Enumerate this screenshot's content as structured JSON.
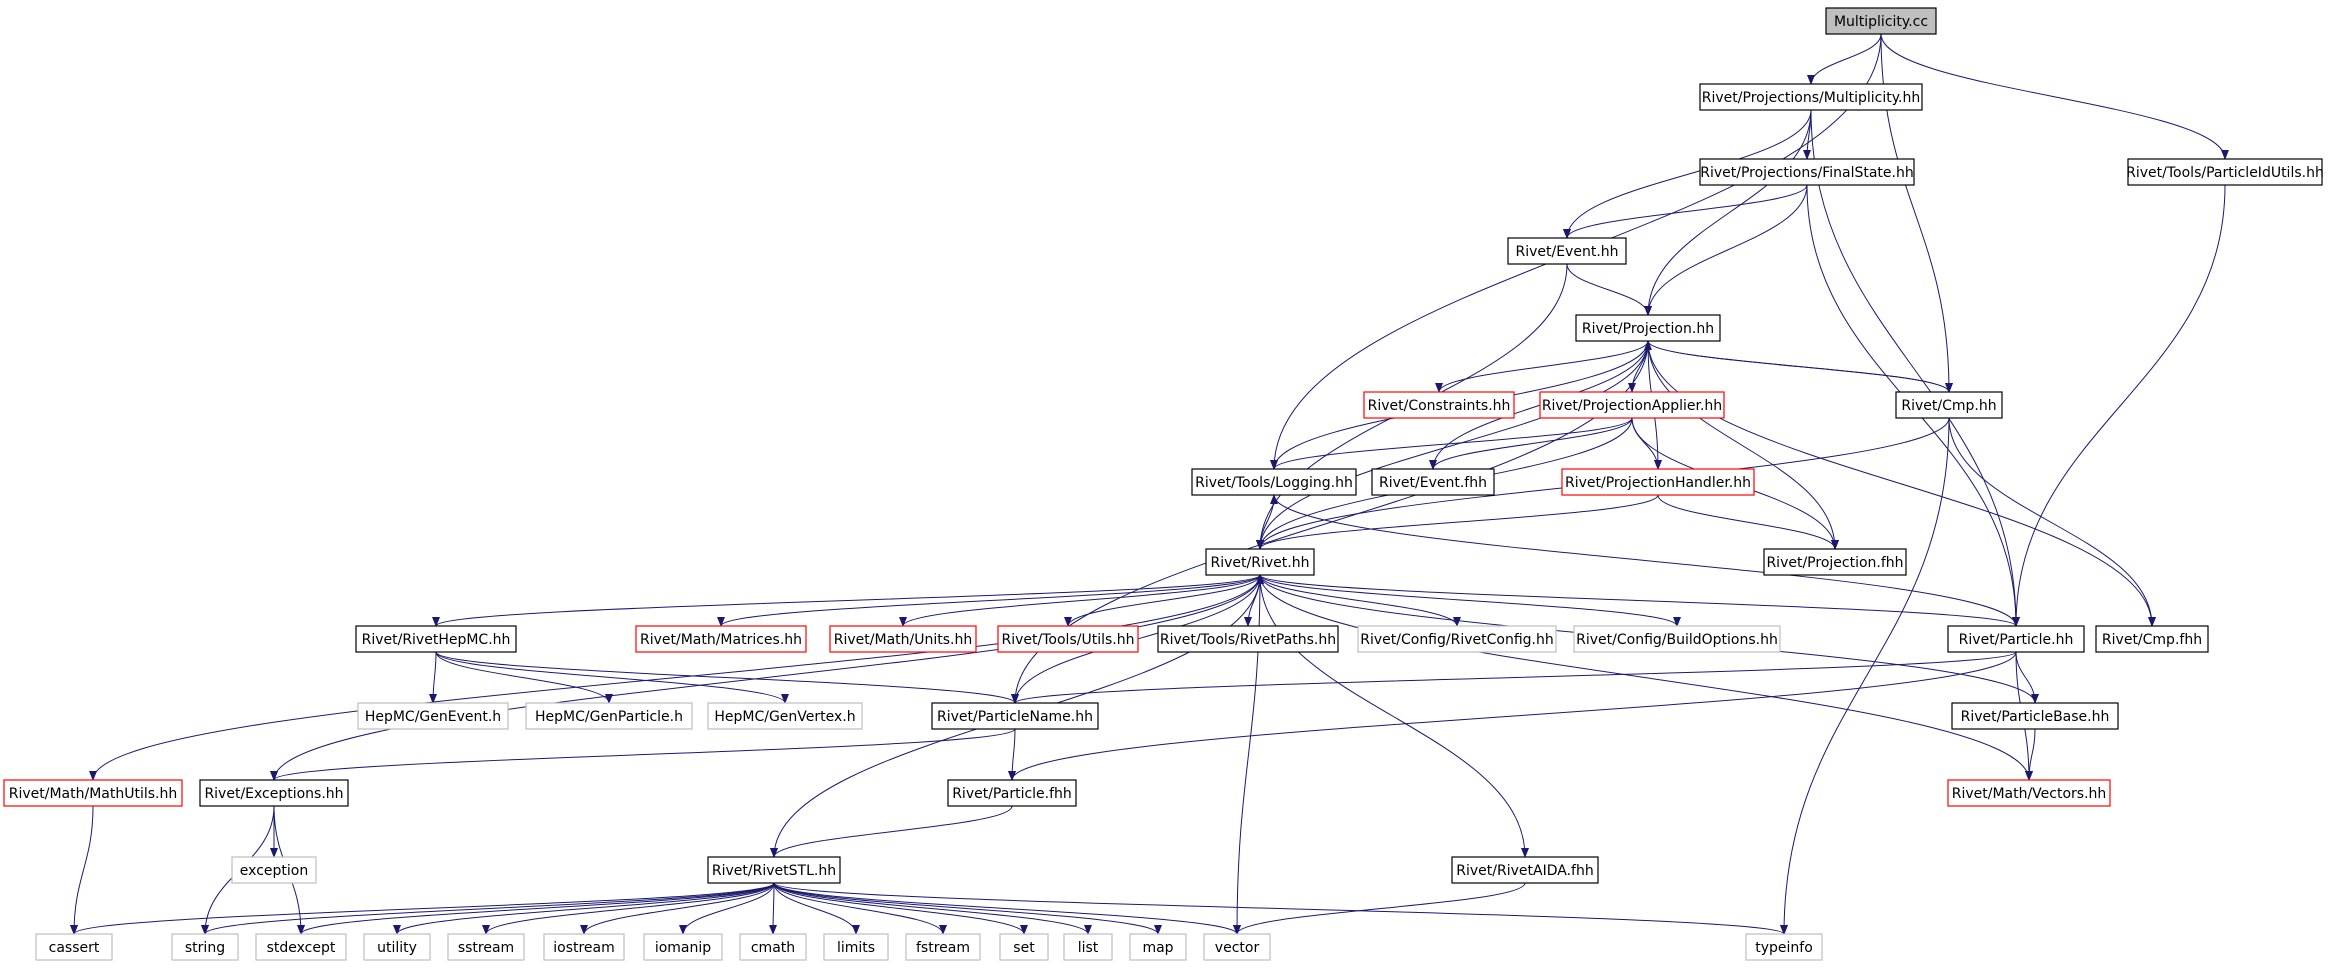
{
  "colors": {
    "edge": "#191970",
    "border_normal": "#000000",
    "border_missing": "#ff0000",
    "border_external": "#bfbfbf",
    "root_fill": "#bfbfbf",
    "text": "#000000"
  },
  "nodes": [
    {
      "id": "n_mult_cc",
      "label": "Multiplicity.cc",
      "kind": "root"
    },
    {
      "id": "n_proj_mult",
      "label": "Rivet/Projections/Multiplicity.hh",
      "kind": "normal"
    },
    {
      "id": "n_tools_pid",
      "label": "Rivet/Tools/ParticleIdUtils.hh",
      "kind": "normal"
    },
    {
      "id": "n_proj_fs",
      "label": "Rivet/Projections/FinalState.hh",
      "kind": "normal"
    },
    {
      "id": "n_event_hh",
      "label": "Rivet/Event.hh",
      "kind": "normal"
    },
    {
      "id": "n_projection_hh",
      "label": "Rivet/Projection.hh",
      "kind": "normal"
    },
    {
      "id": "n_constraints",
      "label": "Rivet/Constraints.hh",
      "kind": "missing"
    },
    {
      "id": "n_proj_applier",
      "label": "Rivet/ProjectionApplier.hh",
      "kind": "missing"
    },
    {
      "id": "n_cmp_hh",
      "label": "Rivet/Cmp.hh",
      "kind": "normal"
    },
    {
      "id": "n_logging",
      "label": "Rivet/Tools/Logging.hh",
      "kind": "normal"
    },
    {
      "id": "n_event_fhh",
      "label": "Rivet/Event.fhh",
      "kind": "normal"
    },
    {
      "id": "n_proj_handler",
      "label": "Rivet/ProjectionHandler.hh",
      "kind": "missing"
    },
    {
      "id": "n_rivet_hh",
      "label": "Rivet/Rivet.hh",
      "kind": "normal"
    },
    {
      "id": "n_projection_fhh",
      "label": "Rivet/Projection.fhh",
      "kind": "normal"
    },
    {
      "id": "n_rivethepmc",
      "label": "Rivet/RivetHepMC.hh",
      "kind": "normal"
    },
    {
      "id": "n_matrices",
      "label": "Rivet/Math/Matrices.hh",
      "kind": "missing"
    },
    {
      "id": "n_units",
      "label": "Rivet/Math/Units.hh",
      "kind": "missing"
    },
    {
      "id": "n_utils",
      "label": "Rivet/Tools/Utils.hh",
      "kind": "missing"
    },
    {
      "id": "n_rivetpaths",
      "label": "Rivet/Tools/RivetPaths.hh",
      "kind": "normal"
    },
    {
      "id": "n_rivetconfig",
      "label": "Rivet/Config/RivetConfig.hh",
      "kind": "external"
    },
    {
      "id": "n_buildoptions",
      "label": "Rivet/Config/BuildOptions.hh",
      "kind": "external"
    },
    {
      "id": "n_particle_hh",
      "label": "Rivet/Particle.hh",
      "kind": "normal"
    },
    {
      "id": "n_cmp_fhh",
      "label": "Rivet/Cmp.fhh",
      "kind": "normal"
    },
    {
      "id": "n_genevent",
      "label": "HepMC/GenEvent.h",
      "kind": "external"
    },
    {
      "id": "n_genparticle",
      "label": "HepMC/GenParticle.h",
      "kind": "external"
    },
    {
      "id": "n_genvertex",
      "label": "HepMC/GenVertex.h",
      "kind": "external"
    },
    {
      "id": "n_particlename",
      "label": "Rivet/ParticleName.hh",
      "kind": "normal"
    },
    {
      "id": "n_particlebase",
      "label": "Rivet/ParticleBase.hh",
      "kind": "normal"
    },
    {
      "id": "n_mathutils",
      "label": "Rivet/Math/MathUtils.hh",
      "kind": "missing"
    },
    {
      "id": "n_exceptions",
      "label": "Rivet/Exceptions.hh",
      "kind": "normal"
    },
    {
      "id": "n_particle_fhh",
      "label": "Rivet/Particle.fhh",
      "kind": "normal"
    },
    {
      "id": "n_vectors",
      "label": "Rivet/Math/Vectors.hh",
      "kind": "missing"
    },
    {
      "id": "n_exception",
      "label": "exception",
      "kind": "external"
    },
    {
      "id": "n_rivetstl",
      "label": "Rivet/RivetSTL.hh",
      "kind": "normal"
    },
    {
      "id": "n_rivetaida",
      "label": "Rivet/RivetAIDA.fhh",
      "kind": "normal"
    },
    {
      "id": "n_cassert",
      "label": "cassert",
      "kind": "external"
    },
    {
      "id": "n_string",
      "label": "string",
      "kind": "external"
    },
    {
      "id": "n_stdexcept",
      "label": "stdexcept",
      "kind": "external"
    },
    {
      "id": "n_utility",
      "label": "utility",
      "kind": "external"
    },
    {
      "id": "n_sstream",
      "label": "sstream",
      "kind": "external"
    },
    {
      "id": "n_iostream",
      "label": "iostream",
      "kind": "external"
    },
    {
      "id": "n_iomanip",
      "label": "iomanip",
      "kind": "external"
    },
    {
      "id": "n_cmath",
      "label": "cmath",
      "kind": "external"
    },
    {
      "id": "n_limits",
      "label": "limits",
      "kind": "external"
    },
    {
      "id": "n_fstream",
      "label": "fstream",
      "kind": "external"
    },
    {
      "id": "n_set",
      "label": "set",
      "kind": "external"
    },
    {
      "id": "n_list",
      "label": "list",
      "kind": "external"
    },
    {
      "id": "n_map",
      "label": "map",
      "kind": "external"
    },
    {
      "id": "n_vector",
      "label": "vector",
      "kind": "external"
    },
    {
      "id": "n_typeinfo",
      "label": "typeinfo",
      "kind": "external"
    }
  ],
  "edges": [
    [
      "n_mult_cc",
      "n_proj_mult"
    ],
    [
      "n_mult_cc",
      "n_tools_pid"
    ],
    [
      "n_mult_cc",
      "n_logging"
    ],
    [
      "n_mult_cc",
      "n_cmp_hh"
    ],
    [
      "n_proj_mult",
      "n_proj_fs"
    ],
    [
      "n_proj_mult",
      "n_event_hh"
    ],
    [
      "n_proj_mult",
      "n_projection_hh"
    ],
    [
      "n_proj_mult",
      "n_particle_hh"
    ],
    [
      "n_proj_fs",
      "n_event_hh"
    ],
    [
      "n_proj_fs",
      "n_projection_hh"
    ],
    [
      "n_proj_fs",
      "n_particle_hh"
    ],
    [
      "n_event_hh",
      "n_projection_hh"
    ],
    [
      "n_event_hh",
      "n_rivet_hh"
    ],
    [
      "n_tools_pid",
      "n_particle_hh"
    ],
    [
      "n_projection_hh",
      "n_constraints"
    ],
    [
      "n_projection_hh",
      "n_proj_applier"
    ],
    [
      "n_projection_hh",
      "n_cmp_hh"
    ],
    [
      "n_projection_hh",
      "n_logging"
    ],
    [
      "n_projection_hh",
      "n_event_fhh"
    ],
    [
      "n_projection_hh",
      "n_proj_handler"
    ],
    [
      "n_projection_hh",
      "n_rivet_hh"
    ],
    [
      "n_projection_hh",
      "n_projection_fhh"
    ],
    [
      "n_projection_hh",
      "n_cmp_fhh"
    ],
    [
      "n_projection_hh",
      "n_particlename"
    ],
    [
      "n_cmp_hh",
      "n_projection_hh"
    ],
    [
      "n_cmp_hh",
      "n_rivet_hh"
    ],
    [
      "n_cmp_hh",
      "n_cmp_fhh"
    ],
    [
      "n_cmp_hh",
      "n_typeinfo"
    ],
    [
      "n_proj_applier",
      "n_logging"
    ],
    [
      "n_proj_applier",
      "n_event_fhh"
    ],
    [
      "n_proj_applier",
      "n_proj_handler"
    ],
    [
      "n_proj_applier",
      "n_rivet_hh"
    ],
    [
      "n_proj_applier",
      "n_projection_fhh"
    ],
    [
      "n_proj_handler",
      "n_rivet_hh"
    ],
    [
      "n_proj_handler",
      "n_projection_fhh"
    ],
    [
      "n_logging",
      "n_rivet_hh"
    ],
    [
      "n_rivet_hh",
      "n_rivethepmc"
    ],
    [
      "n_rivet_hh",
      "n_matrices"
    ],
    [
      "n_rivet_hh",
      "n_units"
    ],
    [
      "n_rivet_hh",
      "n_utils"
    ],
    [
      "n_rivet_hh",
      "n_rivetpaths"
    ],
    [
      "n_rivet_hh",
      "n_rivetconfig"
    ],
    [
      "n_rivet_hh",
      "n_buildoptions"
    ],
    [
      "n_rivet_hh",
      "n_mathutils"
    ],
    [
      "n_rivet_hh",
      "n_exceptions"
    ],
    [
      "n_rivet_hh",
      "n_particlename"
    ],
    [
      "n_rivet_hh",
      "n_rivetstl"
    ],
    [
      "n_rivet_hh",
      "n_rivetaida"
    ],
    [
      "n_rivet_hh",
      "n_vectors"
    ],
    [
      "n_rivet_hh",
      "n_vector"
    ],
    [
      "n_particle_hh",
      "n_rivet_hh"
    ],
    [
      "n_particle_hh",
      "n_logging"
    ],
    [
      "n_particle_hh",
      "n_particlename"
    ],
    [
      "n_particle_hh",
      "n_particle_fhh"
    ],
    [
      "n_particle_hh",
      "n_particlebase"
    ],
    [
      "n_particle_hh",
      "n_vectors"
    ],
    [
      "n_particlebase",
      "n_rivet_hh"
    ],
    [
      "n_particlebase",
      "n_vectors"
    ],
    [
      "n_rivethepmc",
      "n_genevent"
    ],
    [
      "n_rivethepmc",
      "n_genparticle"
    ],
    [
      "n_rivethepmc",
      "n_genvertex"
    ],
    [
      "n_rivethepmc",
      "n_particlename"
    ],
    [
      "n_particlename",
      "n_exceptions"
    ],
    [
      "n_particlename",
      "n_particle_fhh"
    ],
    [
      "n_particle_fhh",
      "n_rivetstl"
    ],
    [
      "n_exceptions",
      "n_exception"
    ],
    [
      "n_exceptions",
      "n_string"
    ],
    [
      "n_exceptions",
      "n_stdexcept"
    ],
    [
      "n_mathutils",
      "n_cassert"
    ],
    [
      "n_rivetaida",
      "n_vector"
    ],
    [
      "n_rivetstl",
      "n_cassert"
    ],
    [
      "n_rivetstl",
      "n_string"
    ],
    [
      "n_rivetstl",
      "n_stdexcept"
    ],
    [
      "n_rivetstl",
      "n_utility"
    ],
    [
      "n_rivetstl",
      "n_sstream"
    ],
    [
      "n_rivetstl",
      "n_iostream"
    ],
    [
      "n_rivetstl",
      "n_iomanip"
    ],
    [
      "n_rivetstl",
      "n_cmath"
    ],
    [
      "n_rivetstl",
      "n_limits"
    ],
    [
      "n_rivetstl",
      "n_fstream"
    ],
    [
      "n_rivetstl",
      "n_set"
    ],
    [
      "n_rivetstl",
      "n_list"
    ],
    [
      "n_rivetstl",
      "n_map"
    ],
    [
      "n_rivetstl",
      "n_vector"
    ],
    [
      "n_rivetstl",
      "n_typeinfo"
    ]
  ]
}
